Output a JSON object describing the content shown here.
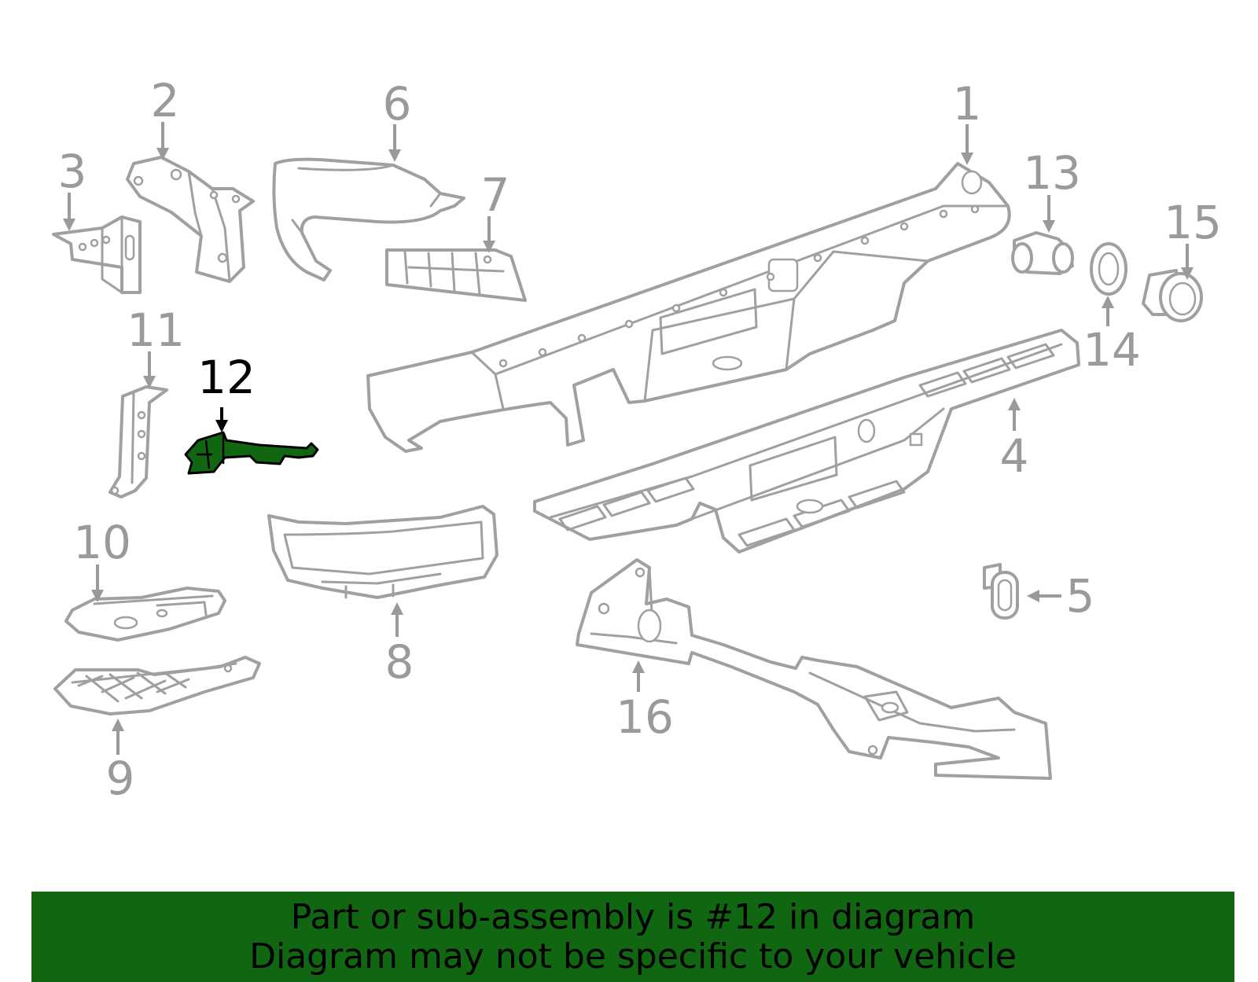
{
  "diagram": {
    "highlighted_part": "12",
    "colors": {
      "highlight": "#116611",
      "parts": "#a0a0a0",
      "labels_inactive": "#9a9a9a",
      "label_active": "#000000"
    },
    "callouts": [
      {
        "id": "1",
        "label": "1"
      },
      {
        "id": "2",
        "label": "2"
      },
      {
        "id": "3",
        "label": "3"
      },
      {
        "id": "4",
        "label": "4"
      },
      {
        "id": "5",
        "label": "5"
      },
      {
        "id": "6",
        "label": "6"
      },
      {
        "id": "7",
        "label": "7"
      },
      {
        "id": "8",
        "label": "8"
      },
      {
        "id": "9",
        "label": "9"
      },
      {
        "id": "10",
        "label": "10"
      },
      {
        "id": "11",
        "label": "11"
      },
      {
        "id": "12",
        "label": "12"
      },
      {
        "id": "13",
        "label": "13"
      },
      {
        "id": "14",
        "label": "14"
      },
      {
        "id": "15",
        "label": "15"
      },
      {
        "id": "16",
        "label": "16"
      }
    ]
  },
  "banner": {
    "line1": "Part or sub-assembly is #12 in diagram",
    "line2": "Diagram may not be specific to your vehicle",
    "background": "#116611"
  }
}
